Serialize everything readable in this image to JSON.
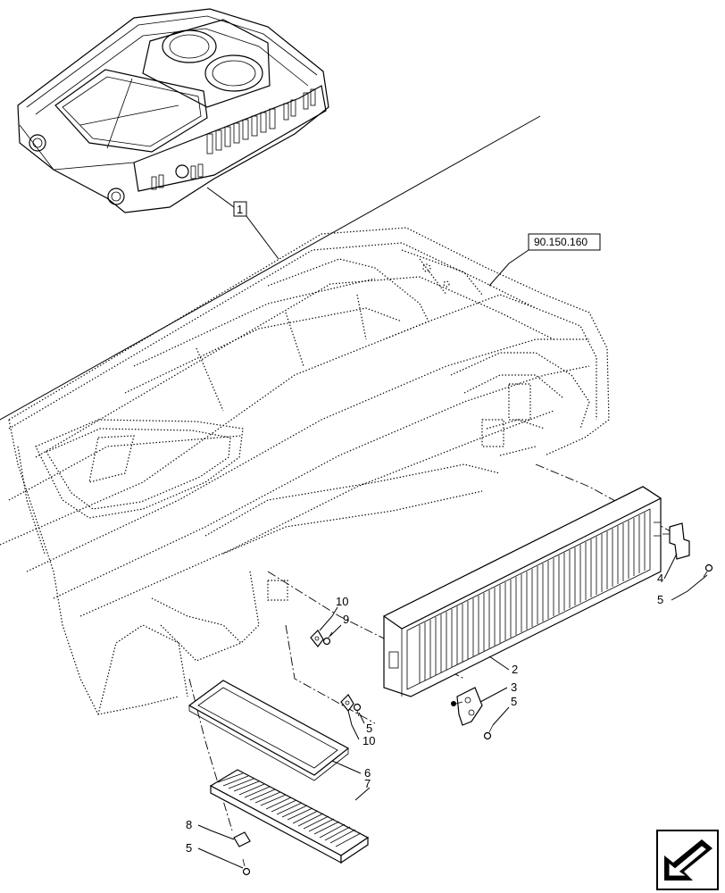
{
  "reference_box": "90.150.160",
  "callouts": {
    "c1": "1",
    "c2": "2",
    "c3": "3",
    "c4": "4",
    "c5a": "5",
    "c5b": "5",
    "c5c": "5",
    "c5d": "5",
    "c6": "6",
    "c7": "7",
    "c8": "8",
    "c9": "9",
    "c10a": "10",
    "c10b": "10"
  },
  "icons": {
    "nav": "arrow-left-down-icon"
  }
}
